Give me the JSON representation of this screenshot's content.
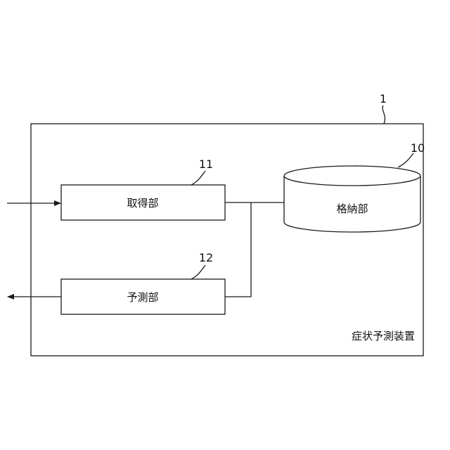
{
  "device": {
    "ref": "1",
    "label": "症状予測装置"
  },
  "acquisition_unit": {
    "ref": "11",
    "label": "取得部"
  },
  "storage_unit": {
    "ref": "10",
    "label": "格納部"
  },
  "prediction_unit": {
    "ref": "12",
    "label": "予測部"
  }
}
